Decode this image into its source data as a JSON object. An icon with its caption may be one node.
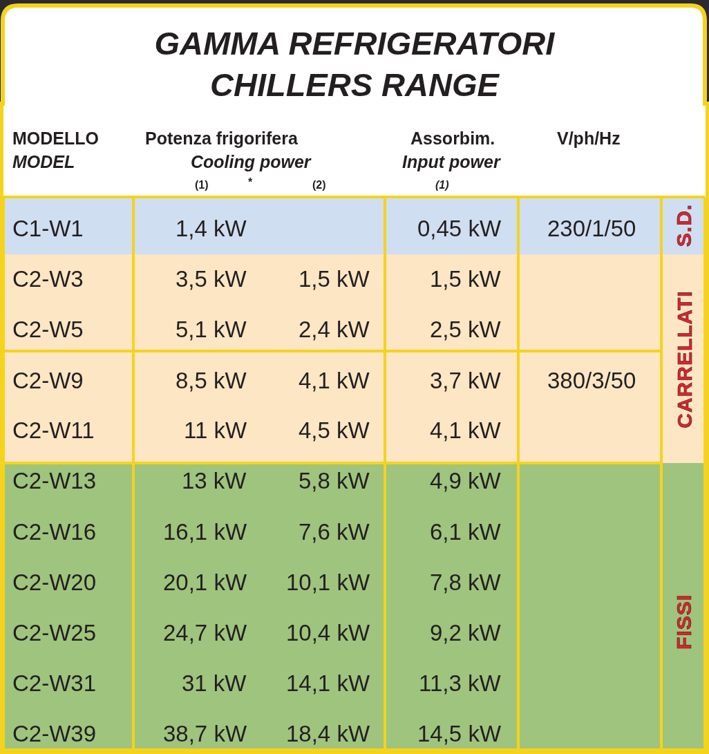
{
  "diagram": {
    "title": "GAMMA REFRIGERATORI",
    "labels": [
      "CHILLERS RANGE",
      "MODELLO",
      "Potenza frigorifera",
      "Assorbim.",
      "V/ph/Hz",
      "MODEL",
      "Cooling power",
      "Input power",
      "(1)",
      "*",
      "(2)",
      "(1)",
      "C1-W1",
      "1,4 kW",
      "0,45 kW",
      "230/1/50",
      "C2-W3",
      "3,5 kW",
      "1,5 kW",
      "1,5 kW",
      "C2-W5",
      "5,1 kW",
      "2,4 kW",
      "2,5 kW",
      "C2-W9",
      "8,5 kW",
      "4,1 kW",
      "3,7 kW",
      "380/3/50",
      "C2-W11",
      "11 kW",
      "4,5 kW",
      "4,1 kW",
      "C2-W13",
      "13 kW",
      "5,8 kW",
      "4,9 kW",
      "C2-W16",
      "16,1 kW",
      "7,6 kW",
      "6,1 kW",
      "C2-W20",
      "20,1 kW",
      "10,1 kW",
      "7,8 kW",
      "C2-W25",
      "24,7 kW",
      "10,4 kW",
      "9,2 kW",
      "C2-W31",
      "31 kW",
      "14,1 kW",
      "11,3 kW",
      "C2-W39",
      "38,7 kW",
      "18,4 kW",
      "14,5 kW",
      "S.D.",
      "CARRELLATI",
      "FISSI"
    ]
  }
}
